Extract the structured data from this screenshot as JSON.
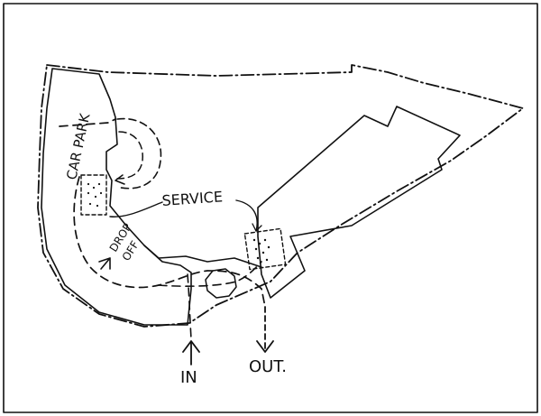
{
  "labels": {
    "car_park": "CAR PARK",
    "service": "SERVICE",
    "drop": "DROP",
    "off": "OFF",
    "in": "IN",
    "out": "OUT."
  },
  "colors": {
    "ink": "#111111",
    "paper": "#ffffff"
  }
}
